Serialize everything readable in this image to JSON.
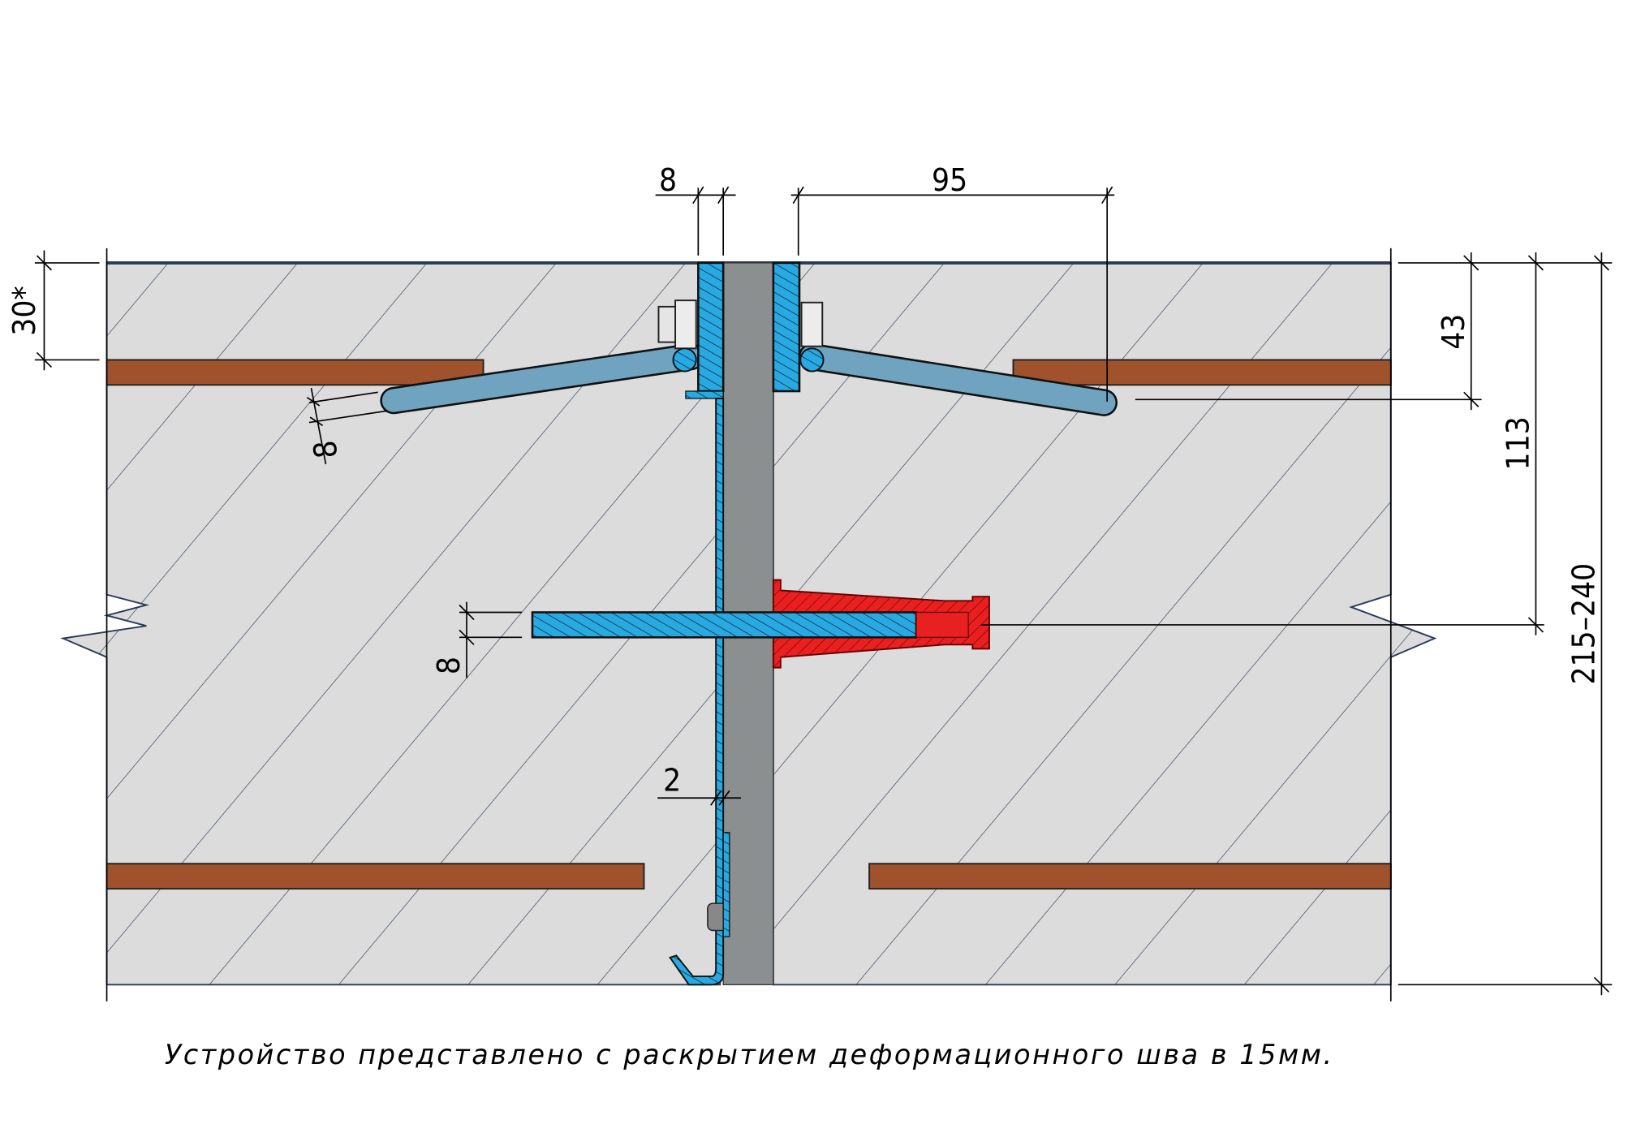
{
  "drawing": {
    "dimensions": {
      "plate_thickness": "8",
      "anchor_offset": "95",
      "cover_depth": "30*",
      "anchor_depth": "43",
      "bolt_depth": "113",
      "slab_thickness": "215–240",
      "anchor_diameter": "8",
      "bolt_diameter": "8",
      "sheet_thickness": "2"
    },
    "caption": "Устройство представлено с раскрытием деформационного шва в 15мм."
  },
  "colors": {
    "concrete": "#dcdcdc",
    "rebar": "#a0522d",
    "steel_plate": "#29a9e1",
    "anchor": "#6fa3c0",
    "joint_filler": "#8c8f8f",
    "expansion_anchor": "#e8201f"
  }
}
